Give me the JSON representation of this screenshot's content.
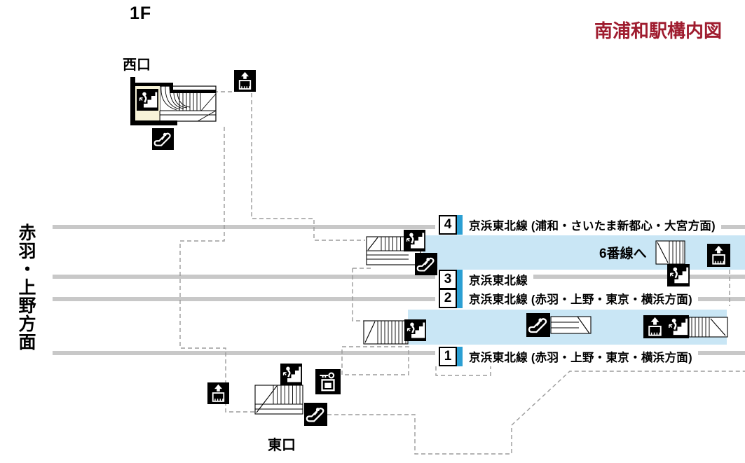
{
  "page": {
    "floor_label": "1F",
    "title": "南浦和駅構内図"
  },
  "exits": {
    "west_label": "西口",
    "east_label": "東口"
  },
  "direction_sign": "赤羽・上野方面",
  "notes": {
    "to_track_6": "6番線へ"
  },
  "platforms": {
    "rows": [
      {
        "number": "4",
        "line": "京浜東北線 (浦和・さいたま新都心・大宮方面)"
      },
      {
        "number": "3",
        "line": "京浜東北線"
      },
      {
        "number": "2",
        "line": "京浜東北線 (赤羽・上野・東京・横浜方面)"
      },
      {
        "number": "1",
        "line": "京浜東北線 (赤羽・上野・東京・横浜方面)"
      }
    ]
  },
  "icons": {
    "stairs": "stairs-icon",
    "escalator": "escalator-icon",
    "elevator": "elevator-icon",
    "coin_locker": "coin-locker-icon"
  },
  "colors": {
    "title_red": "#9f1c2f",
    "platform_band_blue": "#c9e6f5",
    "track_number_bar_blue": "#2b9fd3",
    "track_gray": "#c8c8c8",
    "stair_hall_cream": "#f7f3d8",
    "icon_black": "#000000"
  }
}
